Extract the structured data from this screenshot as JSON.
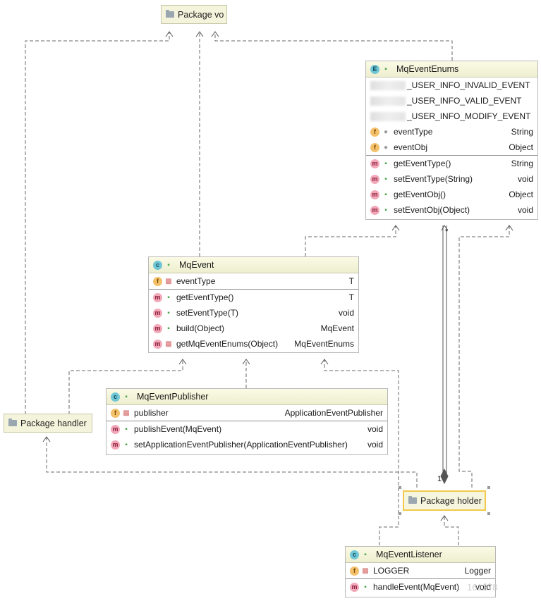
{
  "packages": {
    "vo": "Package vo",
    "handler": "Package handler",
    "holder": "Package holder"
  },
  "enums": {
    "title": "MqEventEnums",
    "constants": [
      "_USER_INFO_INVALID_EVENT",
      "_USER_INFO_VALID_EVENT",
      "_USER_INFO_MODIFY_EVENT"
    ],
    "fields": [
      {
        "name": "eventType",
        "type": "String"
      },
      {
        "name": "eventObj",
        "type": "Object"
      }
    ],
    "methods": [
      {
        "name": "getEventType()",
        "type": "String"
      },
      {
        "name": "setEventType(String)",
        "type": "void"
      },
      {
        "name": "getEventObj()",
        "type": "Object"
      },
      {
        "name": "setEventObj(Object)",
        "type": "void"
      }
    ]
  },
  "mqevent": {
    "title": "MqEvent",
    "fields": [
      {
        "name": "eventType",
        "type": "T"
      }
    ],
    "methods": [
      {
        "name": "getEventType()",
        "type": "T"
      },
      {
        "name": "setEventType(T)",
        "type": "void"
      },
      {
        "name": "build(Object)",
        "type": "MqEvent"
      },
      {
        "name": "getMqEventEnums(Object)",
        "type": "MqEventEnums"
      }
    ]
  },
  "publisher": {
    "title": "MqEventPublisher",
    "fields": [
      {
        "name": "publisher",
        "type": "ApplicationEventPublisher"
      }
    ],
    "methods": [
      {
        "name": "publishEvent(MqEvent)",
        "type": "void"
      },
      {
        "name": "setApplicationEventPublisher(ApplicationEventPublisher)",
        "type": "void"
      }
    ]
  },
  "listener": {
    "title": "MqEventListener",
    "fields": [
      {
        "name": "LOGGER",
        "type": "Logger"
      }
    ],
    "methods": [
      {
        "name": "handleEvent(MqEvent)",
        "type": "void"
      }
    ]
  },
  "multiplicity": {
    "many": "*",
    "one": "1"
  },
  "watermark": "161278",
  "colors": {
    "header": "#eeeecf",
    "package": "#f4f4dc",
    "selected": "#f2c94c",
    "edge": "#555555"
  },
  "icons": [
    "folder-icon",
    "class-icon",
    "enum-icon",
    "field-icon",
    "method-icon",
    "public-icon",
    "private-icon",
    "package-private-icon"
  ]
}
